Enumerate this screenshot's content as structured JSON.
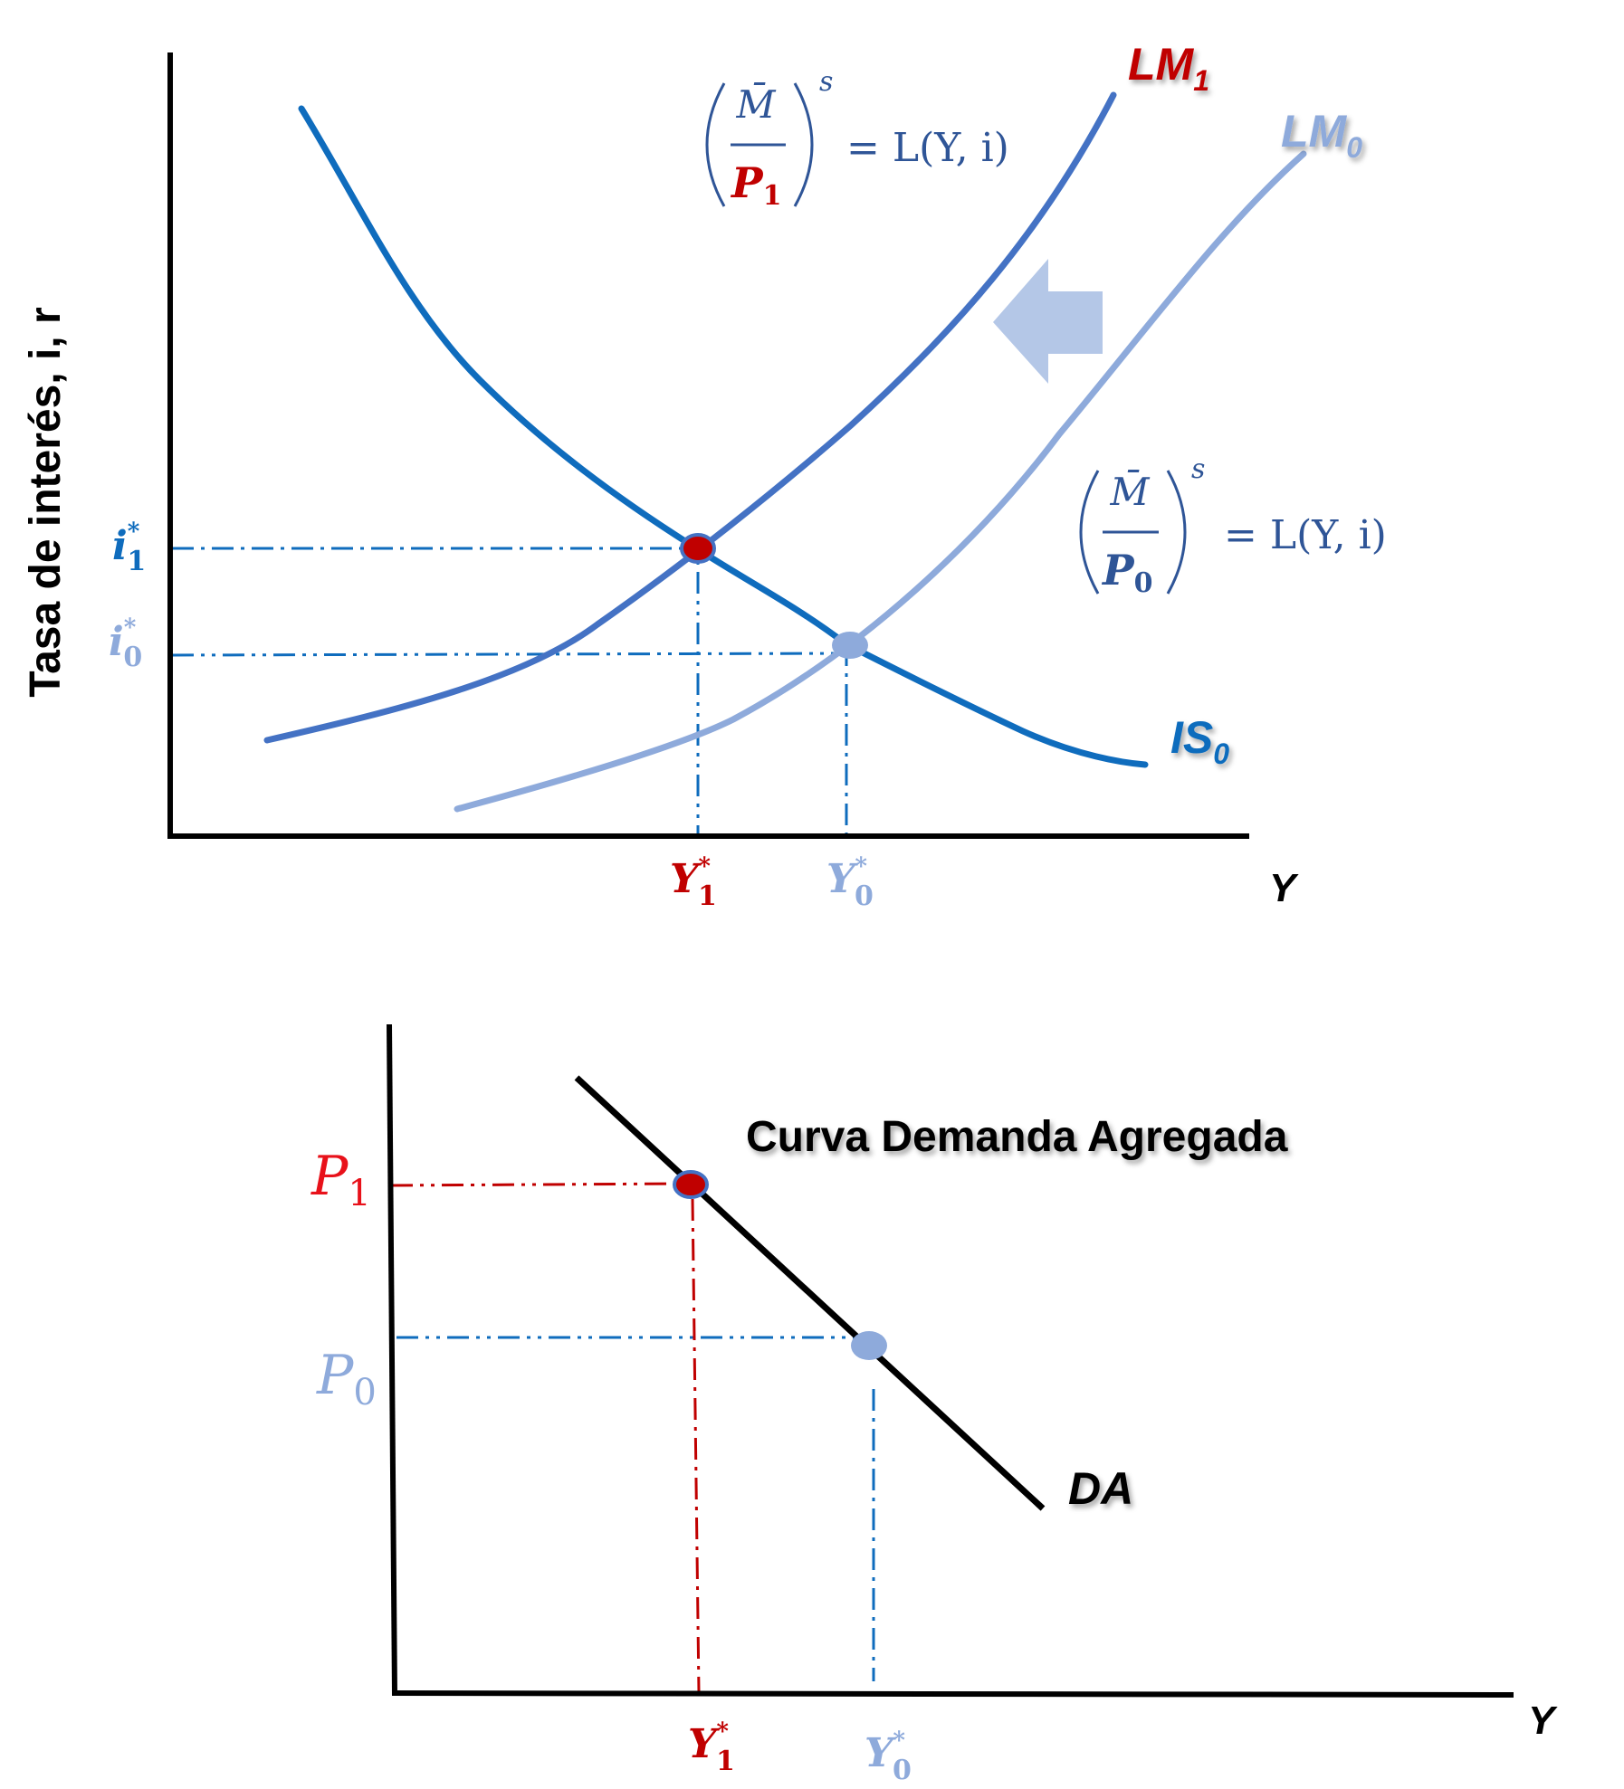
{
  "colors": {
    "is_curve": "#0f6cbd",
    "lm1": "#4472c4",
    "lm0": "#8eaadb",
    "red": "#c00000",
    "bright_red": "#e8111a",
    "black": "#000000",
    "shift_arrow": "#b4c7e7",
    "guide_blue": "#0f6cbd"
  },
  "top_panel": {
    "ylabel": "Tasa de interés, i, r",
    "xlabel": "Y",
    "curves": {
      "is0": {
        "label_main": "IS",
        "label_sub": "0"
      },
      "lm1": {
        "label_main": "LM",
        "label_sub": "1"
      },
      "lm0": {
        "label_main": "LM",
        "label_sub": "0"
      }
    },
    "equation_lm1": {
      "num": "M̄",
      "den_main": "P",
      "den_sub": "1",
      "sup": "s",
      "rhs": "= L(Y, i)"
    },
    "equation_lm0": {
      "num": "M̄",
      "den_main": "P",
      "den_sub": "0",
      "sup": "s",
      "rhs": "= L(Y, i)"
    },
    "ticks": {
      "i1": {
        "main": "i",
        "sup": "*",
        "sub": "1"
      },
      "i0": {
        "main": "i",
        "sup": "*",
        "sub": "0"
      },
      "y1": {
        "main": "Y",
        "sup": "*",
        "sub": "1"
      },
      "y0": {
        "main": "Y",
        "sup": "*",
        "sub": "0"
      }
    },
    "shift_arrow_icon": "left-arrow-icon"
  },
  "bottom_panel": {
    "title": "Curva Demanda Agregada",
    "curve_label": "DA",
    "xlabel": "Y",
    "ticks": {
      "p1": {
        "main": "P",
        "sub": "1"
      },
      "p0": {
        "main": "P",
        "sub": "0"
      },
      "y1": {
        "main": "Y",
        "sup": "*",
        "sub": "1"
      },
      "y0": {
        "main": "Y",
        "sup": "*",
        "sub": "0"
      }
    }
  }
}
